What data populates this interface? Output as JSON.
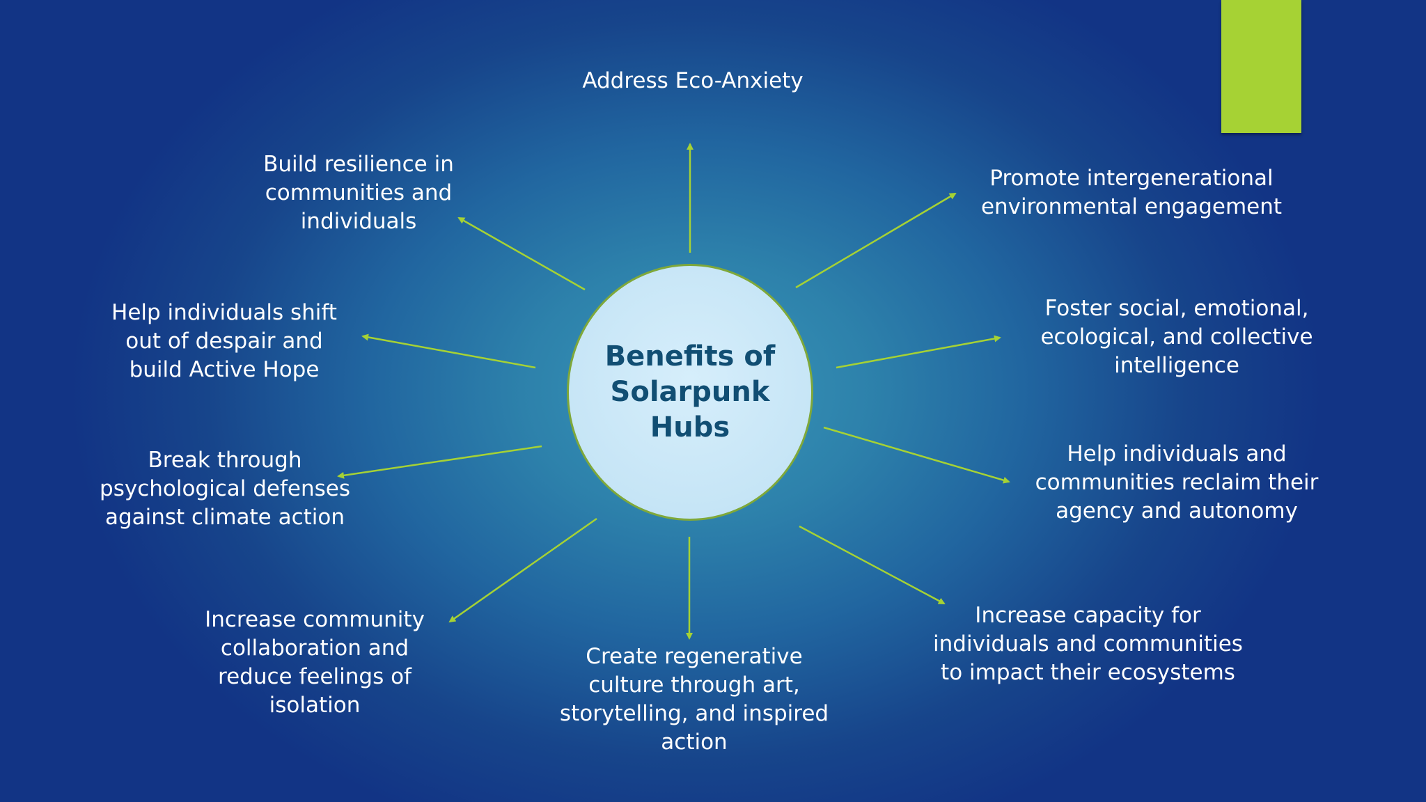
{
  "diagram": {
    "center_title": "Benefits of Solarpunk Hubs",
    "benefits": [
      "Address Eco-Anxiety",
      "Promote intergenerational environmental engagement",
      "Foster social, emotional, ecological, and collective intelligence",
      "Help individuals and communities reclaim their agency and autonomy",
      "Increase capacity for individuals and communities to impact their ecosystems",
      "Create regenerative culture through art, storytelling, and inspired action",
      "Increase community collaboration and reduce feelings of isolation",
      "Break through psychological defenses against climate action",
      "Help individuals shift out of despair and build Active Hope",
      "Build resilience in communities and individuals"
    ]
  },
  "colors": {
    "accent": "#a6d234",
    "arrow": "#a6d234",
    "hub_fill": "#c6e5f6",
    "hub_text": "#114e73",
    "label_text": "#ffffff"
  }
}
